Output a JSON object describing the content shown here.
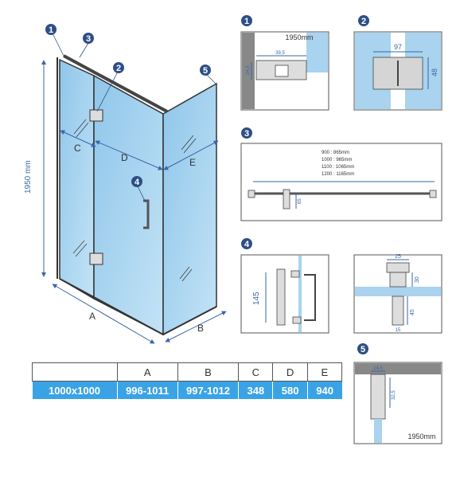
{
  "badges": [
    "1",
    "2",
    "3",
    "4",
    "5"
  ],
  "main": {
    "height_label": "1950 mm",
    "labels": {
      "A": "A",
      "B": "B",
      "C": "C",
      "D": "D",
      "E": "E"
    }
  },
  "detail1": {
    "height": "1950mm",
    "width": "39,5",
    "depth": "24,5"
  },
  "detail2": {
    "width": "97",
    "height": "48"
  },
  "detail3": {
    "lines": [
      "900 : 865mm",
      "1000 : 965mm",
      "1100 : 1065mm",
      "1200 : 1165mm"
    ],
    "height": "65"
  },
  "detail4a": {
    "height": "145"
  },
  "detail4b": {
    "top": "25",
    "mid": "30",
    "stem": "45",
    "bottom": "15"
  },
  "detail5": {
    "top": "24,5",
    "mid": "32,5",
    "height": "1950mm"
  },
  "table": {
    "headers": [
      "",
      "A",
      "B",
      "C",
      "D",
      "E"
    ],
    "row": [
      "1000x1000",
      "996-1011",
      "997-1012",
      "348",
      "580",
      "940"
    ]
  },
  "colors": {
    "accent": "#2d4f86",
    "glass": "#a9d3ee",
    "table_row": "#3aa3e6"
  }
}
